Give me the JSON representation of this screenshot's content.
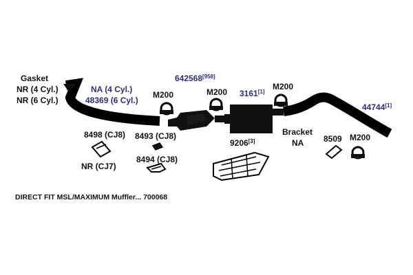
{
  "colors": {
    "part_fill": "#111111",
    "outline": "#000000",
    "label_text": "#111111",
    "part_number_text": "#2b2f7a",
    "background": "#ffffff"
  },
  "labels": {
    "gasket": "Gasket",
    "nr_4cyl": "NR (4 Cyl.)",
    "nr_6cyl": "NR (6 Cyl.)",
    "na_4cyl": "NA (4 Cyl.)",
    "pipe_48369": "48369 (6 Cyl.)",
    "clamp_left": "M200",
    "converter_number": "642568",
    "converter_ref": "[958]",
    "clamp_middle": "M200",
    "muffler_number": "3161",
    "muffler_ref": "[1]",
    "clamp_right": "M200",
    "tailpipe_number": "44744",
    "tailpipe_ref": "[1]",
    "bracket_8498": "8498 (CJ8)",
    "bracket_8493": "8493 (CJ8)",
    "bracket_8494": "8494 (CJ8)",
    "nr_cj7": "NR (CJ7)",
    "heatshield_number": "9206",
    "heatshield_ref": "[3]",
    "bracket": "Bracket",
    "bracket_na": "NA",
    "hanger_8509": "8509",
    "clamp_lower": "M200",
    "footer": "DIRECT FIT MSL/MAXIMUM Muffler... 700068"
  }
}
